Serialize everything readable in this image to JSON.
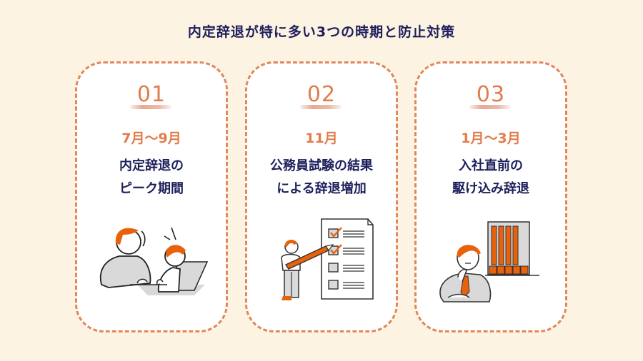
{
  "title": "内定辞退が特に多い3つの時期と防止対策",
  "colors": {
    "background": "#fdf3e2",
    "accent": "#e07d4d",
    "navy": "#1d1f5c",
    "card": "#ffffff",
    "illustration_orange": "#e8620c"
  },
  "cards": [
    {
      "number": "01",
      "period": "7月〜9月",
      "desc_line1": "内定辞退の",
      "desc_line2": "ピーク期間",
      "illustration": "two-people-talking-illustration"
    },
    {
      "number": "02",
      "period": "11月",
      "desc_line1": "公務員試験の結果",
      "desc_line2": "による辞退増加",
      "illustration": "checklist-with-pencil-illustration"
    },
    {
      "number": "03",
      "period": "1月〜3月",
      "desc_line1": "入社直前の",
      "desc_line2": "駆け込み辞退",
      "illustration": "thinking-businessman-illustration"
    }
  ]
}
